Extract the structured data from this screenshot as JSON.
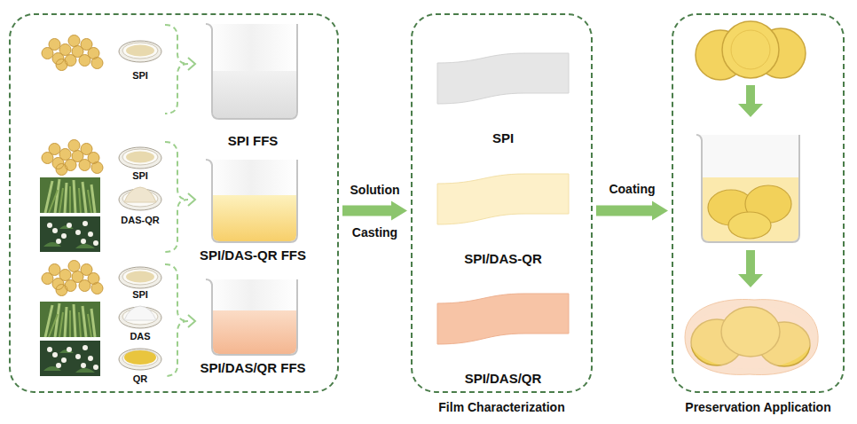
{
  "diagram": {
    "nodes": [
      {
        "text": []
      },
      {
        "text": [
          "SPI FFS"
        ],
        "in": 0
      },
      {
        "text": [
          "SPI/DAS-QR FFS"
        ],
        "in": 0
      },
      {
        "text": [
          "SPI/DAS/QR FFS"
        ],
        "in": 0
      },
      {
        "text": [
          "Film Characterization"
        ]
      },
      {
        "text": [
          "SPI"
        ],
        "in": 4
      },
      {
        "text": [
          "SPI/DAS-QR"
        ],
        "in": 4
      },
      {
        "text": [
          "SPI/DAS/QR"
        ],
        "in": 4
      },
      {
        "text": [
          "Preservation Application"
        ]
      }
    ],
    "edges": [
      {
        "from": 0,
        "to": 4,
        "arrow": "to",
        "label": "Solution Casting"
      },
      {
        "from": 4,
        "to": 8,
        "arrow": "to",
        "label": "Coating"
      }
    ],
    "labels": [
      "SPI",
      "SPI",
      "DAS-QR",
      "SPI",
      "DAS",
      "QR"
    ]
  }
}
